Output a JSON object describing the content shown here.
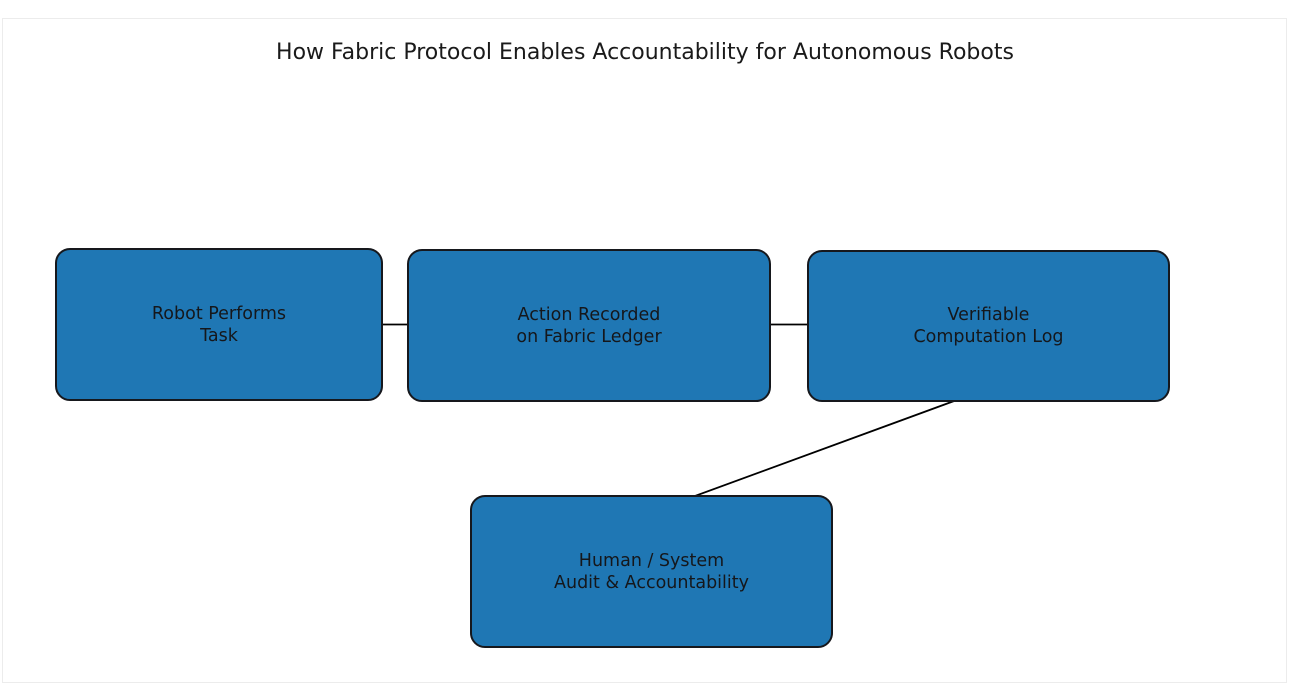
{
  "diagram": {
    "title": "How Fabric Protocol Enables Accountability for Autonomous Robots",
    "type": "flowchart",
    "colors": {
      "node_fill": "#1f77b4",
      "node_border": "#16181d",
      "text": "#15171b",
      "arrow": "#000000",
      "background": "#ffffff",
      "frame_border": "#ececec"
    },
    "nodes": [
      {
        "id": "robot-task",
        "label": "Robot Performs\nTask",
        "line1": "Robot Performs",
        "line2": "Task"
      },
      {
        "id": "action-recorded",
        "label": "Action Recorded\non Fabric Ledger",
        "line1": "Action Recorded",
        "line2": "on Fabric Ledger"
      },
      {
        "id": "verifiable-log",
        "label": "Verifiable\nComputation Log",
        "line1": "Verifiable",
        "line2": "Computation Log"
      },
      {
        "id": "human-audit",
        "label": "Human / System\nAudit & Accountability",
        "line1": "Human / System",
        "line2": "Audit & Accountability"
      }
    ],
    "edges": [
      {
        "id": "edge-1",
        "from": "robot-task",
        "to": "action-recorded",
        "style": "straight-horizontal",
        "label": ""
      },
      {
        "id": "edge-2",
        "from": "action-recorded",
        "to": "verifiable-log",
        "style": "straight-horizontal",
        "label": ""
      },
      {
        "id": "edge-3",
        "from": "verifiable-log",
        "to": "human-audit",
        "style": "straight-diagonal",
        "label": ""
      }
    ]
  }
}
